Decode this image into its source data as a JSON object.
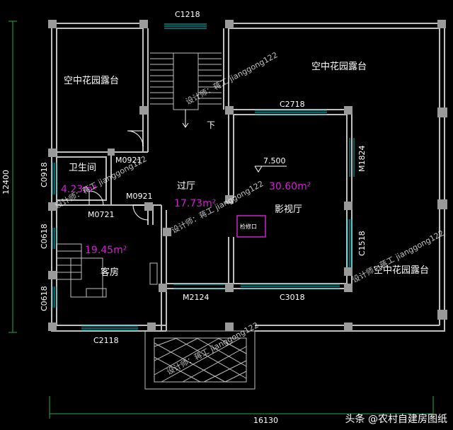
{
  "colors": {
    "wall": "#bfbfbf",
    "column": "#9a9a9a",
    "window": "#00c8c8",
    "door": "#ffffff",
    "dimension": "#2aa84a",
    "room_text": "#ffffff",
    "area_text": "#d020d0",
    "label_text": "#ffffff",
    "watermark_text": "#ffffff"
  },
  "rooms": {
    "terrace_top_left": "空中花园露台",
    "terrace_top_right": "空中花园露台",
    "terrace_bottom_right": "空中花园露台",
    "bathroom": "卫生间",
    "hall": "过厅",
    "media_room": "影视厅",
    "guest_room": "客房",
    "stairs_down": "下"
  },
  "areas": {
    "bathroom": "4.23m²",
    "hall": "17.73m²",
    "media_room": "30.60m²",
    "guest_room": "19.45m²"
  },
  "labels": {
    "window_top_stair": "C1218",
    "window_media_top": "C2718",
    "door_bath_top": "M0921",
    "door_hall": "M0921",
    "door_bath_bottom": "M0721",
    "window_bath_side": "C0918",
    "window_guest_upper": "C0618",
    "window_guest_lower": "C0618",
    "door_m1824": "M1824",
    "window_c1518": "C1518",
    "door_m2124": "M2124",
    "window_c3018": "C3018",
    "window_c2118": "C2118",
    "elevation": "7.500",
    "inspection": "检修口"
  },
  "dimensions": {
    "total_width": "16130",
    "total_height": "12400"
  },
  "watermarks": [
    "设计师：蒋工 jianggong122",
    "设计师：蒋工 jianggong122",
    "设计师：蒋工 jianggong122",
    "设计师：蒋工 jianggong122",
    "设计师：蒋工 jianggong122"
  ],
  "footer": {
    "source": "头条 @农村自建房图纸"
  }
}
